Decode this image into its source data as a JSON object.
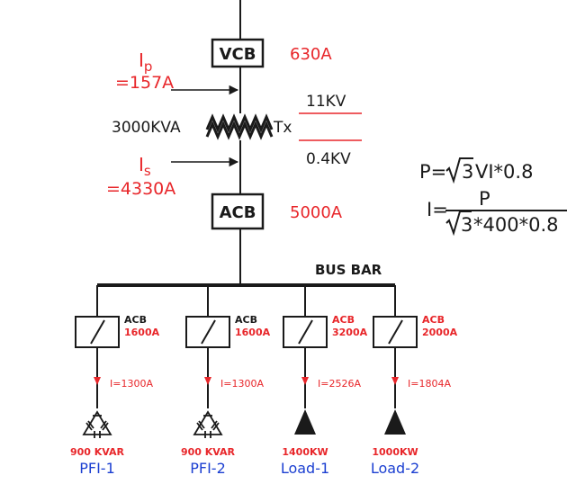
{
  "colors": {
    "line": "#1a1a1a",
    "red": "#e8262a",
    "blue": "#1b3fd1"
  },
  "main": {
    "vcb_label": "VCB",
    "vcb_rating": "630A",
    "ip_label": "I",
    "ip_sub": "p",
    "ip_value": "=157A",
    "hv_voltage": "11KV",
    "transformer_rating": "3000KVA",
    "tx_label": "Tx",
    "lv_voltage": "0.4KV",
    "is_label": "I",
    "is_sub": "s",
    "is_value": "=4330A",
    "acb_label": "ACB",
    "acb_rating": "5000A",
    "busbar_label": "BUS BAR"
  },
  "formula": {
    "p_lhs": "P=",
    "p_root": "3",
    "p_rhs": "VI*0.8",
    "i_lhs": "I=",
    "i_num": "P",
    "i_den_root": "3",
    "i_den_rest": "*400*0.8"
  },
  "feeders": [
    {
      "breaker": "ACB",
      "rating": "1600A",
      "current": "I=1300A",
      "load": "900 KVAR",
      "name": "PFI-1",
      "symbol": "capacitor-icon",
      "label_color": "black"
    },
    {
      "breaker": "ACB",
      "rating": "1600A",
      "current": "I=1300A",
      "load": "900 KVAR",
      "name": "PFI-2",
      "symbol": "capacitor-icon",
      "label_color": "black"
    },
    {
      "breaker": "ACB",
      "rating": "3200A",
      "current": "I=2526A",
      "load": "1400KW",
      "name": "Load-1",
      "symbol": "load-triangle-icon",
      "label_color": "red"
    },
    {
      "breaker": "ACB",
      "rating": "2000A",
      "current": "I=1804A",
      "load": "1000KW",
      "name": "Load-2",
      "symbol": "load-triangle-icon",
      "label_color": "red"
    }
  ]
}
